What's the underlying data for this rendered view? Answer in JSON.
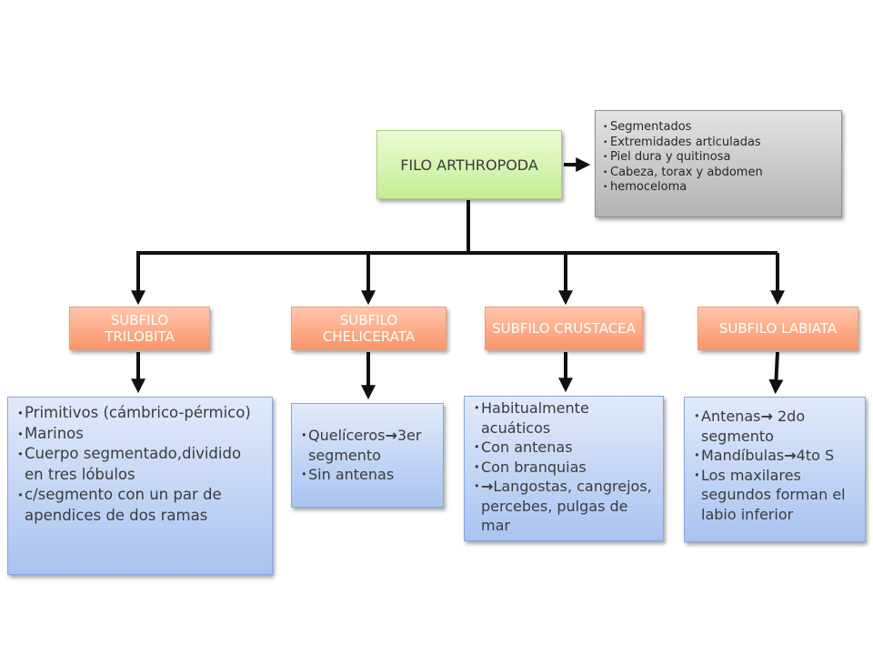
{
  "root": {
    "label": "FILO ARTHROPODA"
  },
  "characteristics": [
    "Segmentados",
    "Extremidades articuladas",
    "Piel dura y quitinosa",
    "Cabeza, torax y abdomen",
    "hemoceloma"
  ],
  "subphyla": [
    {
      "label": "SUBFILO TRILOBITA",
      "details": [
        "Primitivos (cámbrico-pérmico)",
        "Marinos",
        "Cuerpo segmentado,dividido en tres lóbulos",
        "c/segmento con un par de apendices de dos ramas"
      ]
    },
    {
      "label": "SUBFILO CHELICERATA",
      "details_arrow": [
        {
          "before": "Quelíceros",
          "after": "3er segmento"
        }
      ],
      "details": [
        "Sin antenas"
      ]
    },
    {
      "label": "SUBFILO CRUSTACEA",
      "details": [
        "Habitualmente acuáticos",
        "Con antenas",
        "Con branquias"
      ],
      "details_arrow": [
        {
          "before": "",
          "after": "Langostas, cangrejos, percebes, pulgas de mar"
        }
      ]
    },
    {
      "label": "SUBFILO LABIATA",
      "details_arrow": [
        {
          "before": "Antenas",
          "after": " 2do segmento"
        },
        {
          "before": "Mandíbulas",
          "after": "4to S"
        }
      ],
      "details": [
        "Los maxilares segundos forman el labio inferior"
      ]
    }
  ],
  "colors": {
    "root": "#c4ee94",
    "subphylum": "#fb9468",
    "detail": "#a9c3f0",
    "note": "#b3b3b3",
    "connector": "#111111"
  }
}
